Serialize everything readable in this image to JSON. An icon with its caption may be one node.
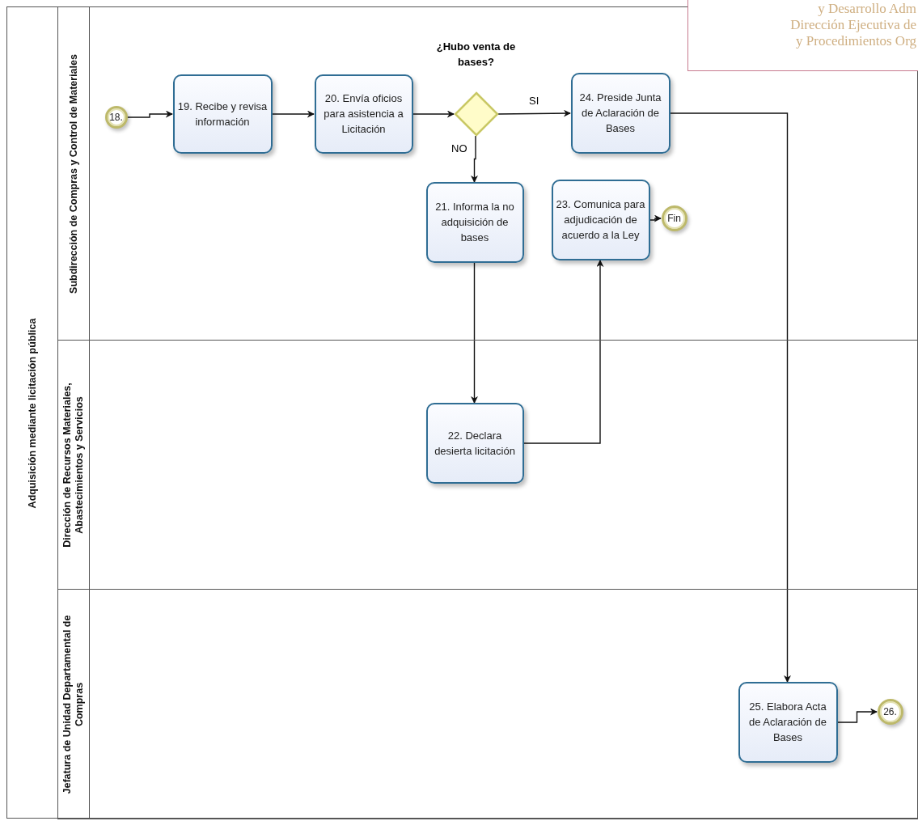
{
  "diagram": {
    "nodes": [
      {
        "text": [
          "Adquisición mediante licitación pública"
        ]
      },
      {
        "text": [
          "Subdirección de Compras y Control de Materiales"
        ],
        "in": 0
      },
      {
        "text": [
          "Dirección de Recursos Materiales, Abastecimientos y Servicios"
        ],
        "in": 0
      },
      {
        "text": [
          "Jefatura de Unidad Departamental de Compras"
        ],
        "in": 0
      },
      {
        "text": [
          "18."
        ],
        "in": 1
      },
      {
        "text": [
          "19. Recibe y revisa información"
        ],
        "in": 1
      },
      {
        "text": [
          "20. Envía oficios para asistencia a Licitación"
        ],
        "in": 1
      },
      {
        "text": [
          "¿Hubo venta de bases?"
        ],
        "in": 1
      },
      {
        "text": [
          "24. Preside Junta de Aclaración de Bases"
        ],
        "in": 1
      },
      {
        "text": [
          "21. Informa la no adquisición de bases"
        ],
        "in": 1
      },
      {
        "text": [
          "23. Comunica para adjudicación de acuerdo a la Ley"
        ],
        "in": 1
      },
      {
        "text": [
          "Fin"
        ],
        "in": 1
      },
      {
        "text": [
          "22. Declara desierta licitación"
        ],
        "in": 2
      },
      {
        "text": [
          "25. Elabora Acta de Aclaración de Bases"
        ],
        "in": 3
      },
      {
        "text": [
          "26."
        ],
        "in": 3
      }
    ],
    "edges": [
      {
        "from": 4,
        "to": 5,
        "arrow": "to"
      },
      {
        "from": 5,
        "to": 6,
        "arrow": "to"
      },
      {
        "from": 6,
        "to": 7,
        "arrow": "to"
      },
      {
        "from": 7,
        "to": 8,
        "arrow": "to",
        "label": "SI"
      },
      {
        "from": 7,
        "to": 9,
        "arrow": "to",
        "label": "NO"
      },
      {
        "from": 9,
        "to": 12,
        "arrow": "to"
      },
      {
        "from": 12,
        "to": 10,
        "arrow": "to"
      },
      {
        "from": 10,
        "to": 11,
        "arrow": "to"
      },
      {
        "from": 8,
        "to": 13,
        "arrow": "to"
      },
      {
        "from": 13,
        "to": 14,
        "arrow": "to"
      }
    ],
    "labels": [
      "y Desarrollo Adm",
      "Dirección Ejecutiva de",
      "y Procedimientos Org"
    ]
  }
}
